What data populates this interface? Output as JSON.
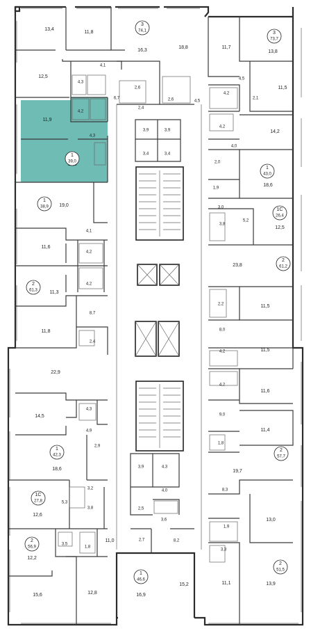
{
  "colors": {
    "highlight": "#6fbcb5",
    "wall": "#2b2b2b",
    "background": "#ffffff"
  },
  "rooms_west": [
    "13,4",
    "11,8",
    "12,5",
    "4,3",
    "11,9",
    "4,2",
    "4,3",
    "18,6",
    "19,0",
    "4,1",
    "11,6",
    "4,2",
    "11,3",
    "4,2",
    "8,7",
    "11,8",
    "2,4",
    "22,9",
    "4,3",
    "14,5",
    "4,9",
    "18,6",
    "2,9",
    "3,2",
    "12,6",
    "5,3",
    "3,8",
    "12,2",
    "3,5",
    "1,8",
    "11,0",
    "15,6",
    "12,8"
  ],
  "rooms_center": [
    "16,3",
    "18,8",
    "4,1",
    "6,7",
    "2,6",
    "2,4",
    "2,6",
    "3,9",
    "3,9",
    "3,4",
    "3,4",
    "3,9",
    "4,3",
    "4,0",
    "2,5",
    "3,6",
    "2,7",
    "8,2",
    "16,9",
    "15,2"
  ],
  "rooms_east": [
    "11,7",
    "13,8",
    "4,5",
    "11,5",
    "4,2",
    "2,1",
    "4,5",
    "4,2",
    "14,2",
    "4,0",
    "2,0",
    "18,6",
    "1,9",
    "3,0",
    "3,8",
    "5,2",
    "12,5",
    "23,8",
    "2,2",
    "11,5",
    "8,0",
    "4,2",
    "11,5",
    "4,2",
    "11,6",
    "9,0",
    "11,4",
    "1,8",
    "19,7",
    "8,3",
    "1,9",
    "13,0",
    "3,3",
    "11,1",
    "13,9"
  ],
  "apartments": [
    {
      "rooms": "3",
      "area": "74,1"
    },
    {
      "rooms": "3",
      "area": "73,7"
    },
    {
      "rooms": "1",
      "area": "39,0"
    },
    {
      "rooms": "1",
      "area": "43,0"
    },
    {
      "rooms": "1",
      "area": "38,9"
    },
    {
      "rooms": "1С",
      "area": "26,4"
    },
    {
      "rooms": "2",
      "area": "61,2"
    },
    {
      "rooms": "2",
      "area": "61,3"
    },
    {
      "rooms": "1",
      "area": "42,3"
    },
    {
      "rooms": "2",
      "area": "57,7"
    },
    {
      "rooms": "1С",
      "area": "27,8"
    },
    {
      "rooms": "2",
      "area": "56,9"
    },
    {
      "rooms": "1",
      "area": "46,6"
    },
    {
      "rooms": "2",
      "area": "51,5"
    }
  ]
}
